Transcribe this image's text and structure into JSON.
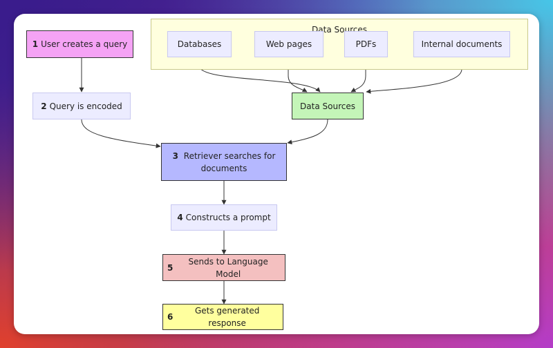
{
  "cluster": {
    "title": "Data Sources"
  },
  "sources": [
    "Databases",
    "Web pages",
    "PDFs",
    "Internal documents"
  ],
  "data_sources_node": "Data Sources",
  "steps": [
    {
      "num": "1",
      "label": "User creates a query"
    },
    {
      "num": "2",
      "label": "Query is encoded"
    },
    {
      "num": "3",
      "label": "Retriever searches for documents"
    },
    {
      "num": "4",
      "label": "Constructs a prompt"
    },
    {
      "num": "5",
      "label": "Sends to Language Model"
    },
    {
      "num": "6",
      "label": "Gets generated response"
    }
  ],
  "colors": {
    "step1": "#f5a3f5",
    "step3": "#b5b8ff",
    "step5": "#f4c0c0",
    "step6": "#ffff9e",
    "data_sources": "#c4f5b8",
    "default_node": "#ececff",
    "cluster": "#ffffde"
  }
}
